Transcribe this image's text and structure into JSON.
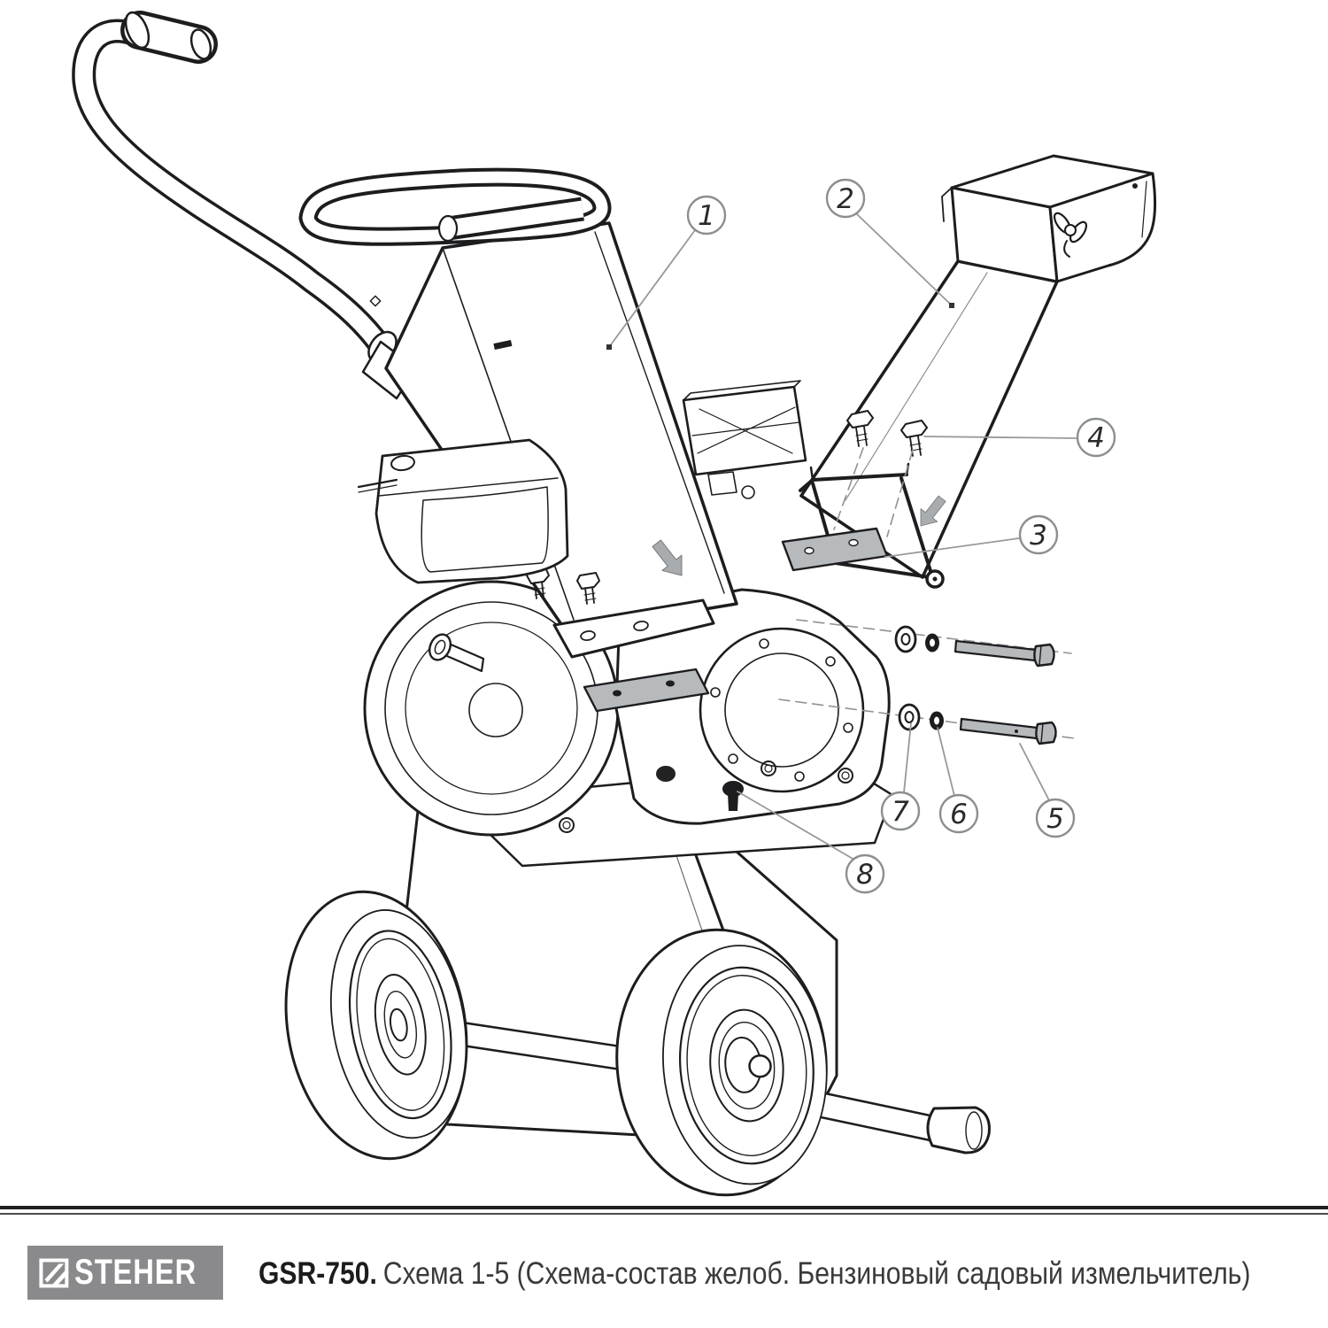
{
  "document": {
    "type": "exploded parts diagram",
    "subject": "garden chipper chute assembly line drawing"
  },
  "callouts": [
    {
      "number": "1"
    },
    {
      "number": "2"
    },
    {
      "number": "3"
    },
    {
      "number": "4"
    },
    {
      "number": "5"
    },
    {
      "number": "6"
    },
    {
      "number": "7"
    },
    {
      "number": "8"
    }
  ],
  "footer": {
    "brand": "STEHER",
    "model": "GSR-750.",
    "caption": "Схема 1-5 (Схема-состав желоб. Бензиновый садовый измельчитель)"
  },
  "colors": {
    "line": "#1d1d1f",
    "leader": "#97999b",
    "metal_fill": "#b7babd",
    "arrow_fill": "#a9acaf",
    "logo_background": "#8a8a8d",
    "callout_stroke": "#8b8f91"
  }
}
